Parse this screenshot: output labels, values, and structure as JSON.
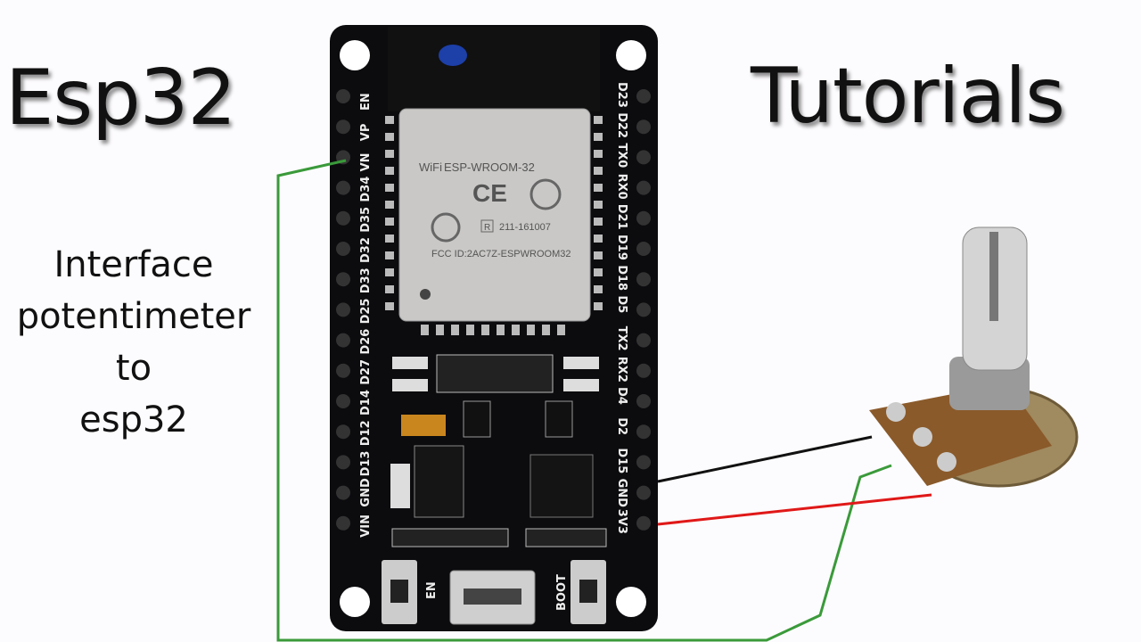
{
  "title_left": "Esp32",
  "title_right": "Tutorials",
  "subtitle": [
    "Interface",
    "potentimeter",
    "to",
    "esp32"
  ],
  "board": {
    "module_name": "ESP-WROOM-32",
    "wifi_logo": "WiFi",
    "ce_mark": "CE",
    "r_mark": "R",
    "cert_number": "211-161007",
    "fcc_id": "FCC ID:2AC7Z-ESPWROOM32",
    "left_pins": [
      "EN",
      "VP",
      "VN",
      "D34",
      "D35",
      "D32",
      "D33",
      "D25",
      "D26",
      "D27",
      "D14",
      "D12",
      "D13",
      "GND",
      "VIN"
    ],
    "right_pins": [
      "D23",
      "D22",
      "TX0",
      "RX0",
      "D21",
      "D19",
      "D18",
      "D5",
      "TX2",
      "RX2",
      "D4",
      "D2",
      "D15",
      "GND",
      "3V3"
    ],
    "button_en": "EN",
    "button_boot": "BOOT"
  },
  "colors": {
    "board": "#0c0b0e",
    "wire_green": "#3a9a3a",
    "wire_black": "#111111",
    "wire_red": "#e01818",
    "shield": "#c9c8c6"
  }
}
